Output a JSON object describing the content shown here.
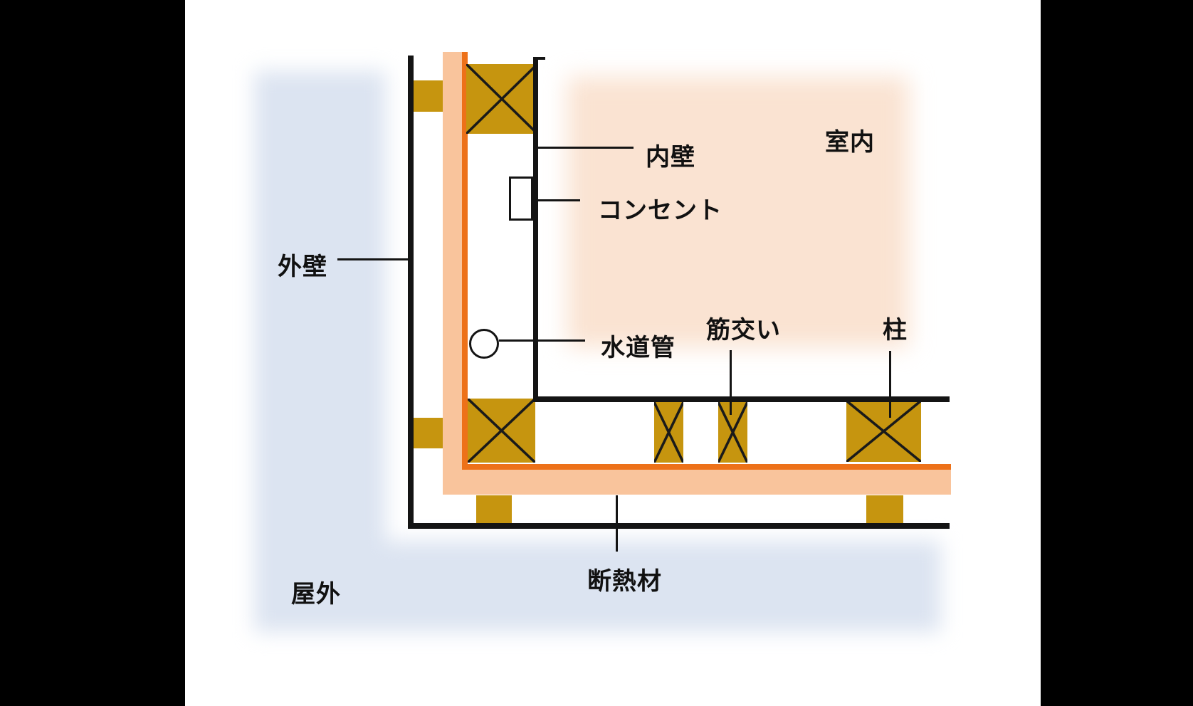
{
  "diagram": {
    "title_implied": "wall-corner cross-section",
    "labels": {
      "exterior_wall": "外壁",
      "interior_wall": "内壁",
      "outlet": "コンセント",
      "indoor": "室内",
      "water_pipe": "水道管",
      "brace": "筋交い",
      "pillar": "柱",
      "insulation": "断熱材",
      "outdoor": "屋外"
    },
    "colors": {
      "letterbox": "#000000",
      "canvas": "#ffffff",
      "outdoor_region": "#dce4f1",
      "indoor_region": "#fae3d2",
      "insulation_band": "#f9c49c",
      "insulation_edge": "#ed7119",
      "wood_member": "#c6950f",
      "structure_line": "#141414",
      "label_text": "#111111"
    }
  }
}
